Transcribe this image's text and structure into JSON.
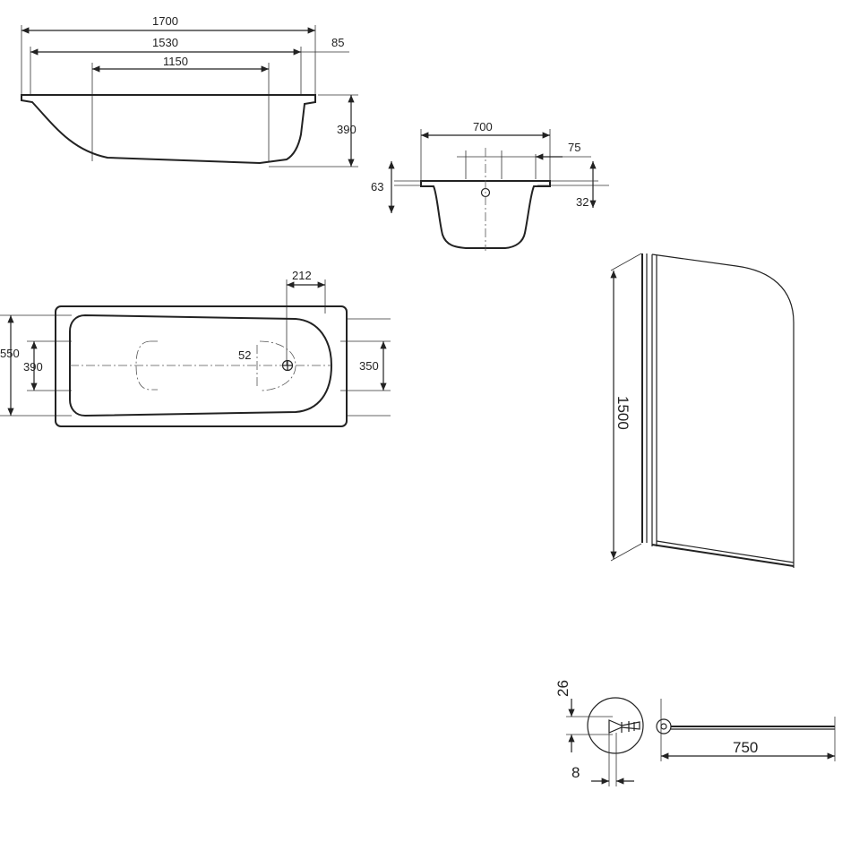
{
  "side_view": {
    "dim_overall_length": "1700",
    "dim_inner_length": "1530",
    "dim_bottom_length": "1150",
    "dim_rim_offset": "85",
    "dim_height": "390"
  },
  "end_view": {
    "dim_width": "700",
    "dim_offset": "75",
    "dim_rim_height": "63",
    "dim_rim_thickness": "32"
  },
  "top_view": {
    "dim_drain_offset": "212",
    "dim_outer_width": "550",
    "dim_inner_width": "390",
    "dim_drain_diameter": "52",
    "dim_drain_end_width": "350"
  },
  "screen": {
    "dim_height": "1500",
    "dim_width": "750",
    "dim_hinge_height": "26",
    "dim_hinge_width": "8"
  }
}
